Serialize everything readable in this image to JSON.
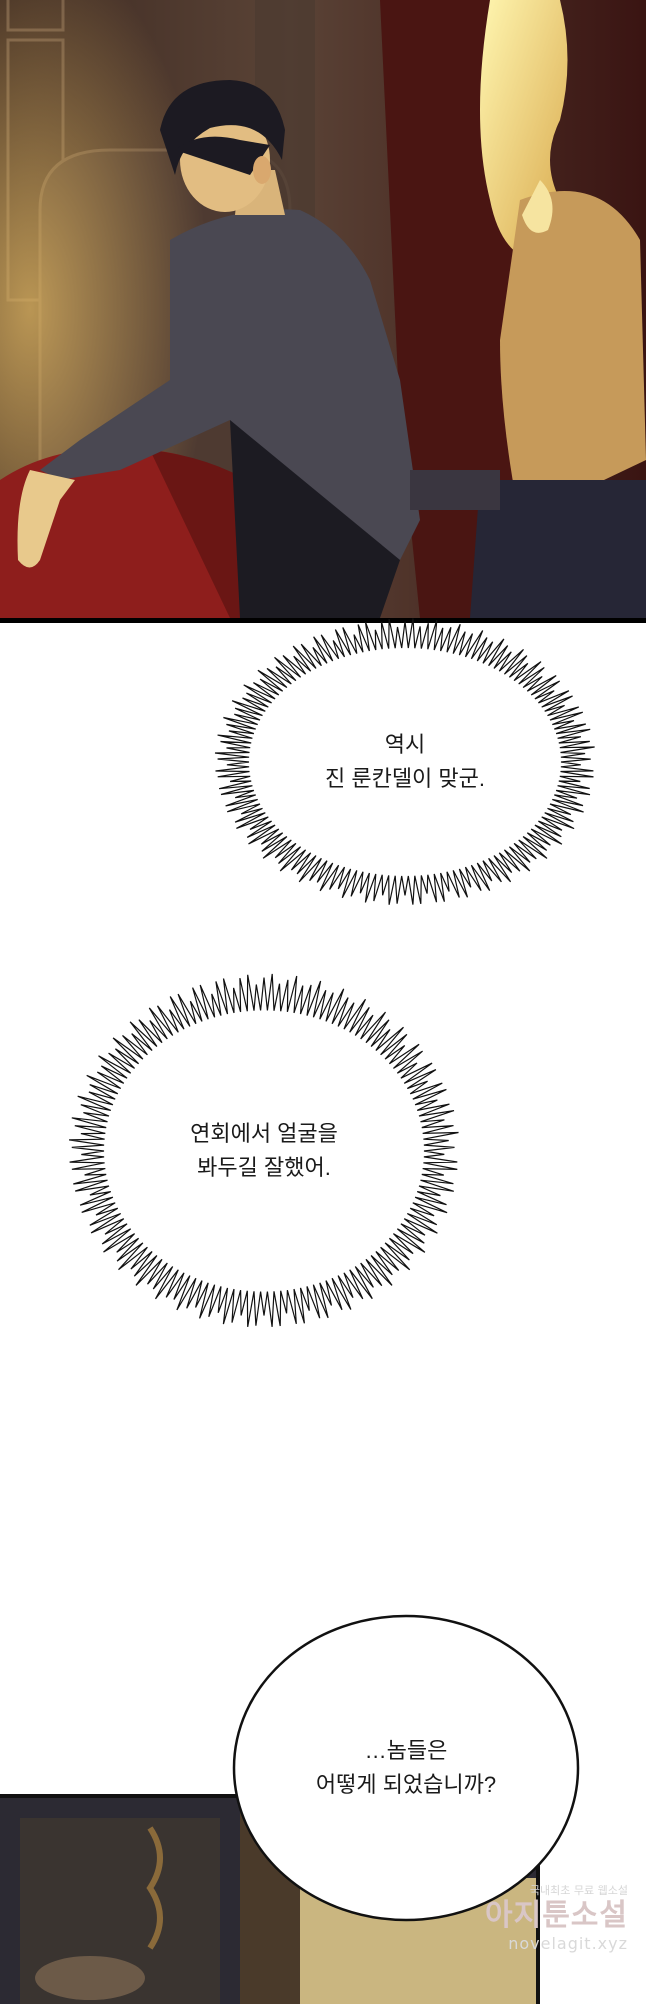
{
  "bubbles": [
    {
      "lines": [
        "역시",
        "진 룬칸델이 맞군."
      ]
    },
    {
      "lines": [
        "연회에서 얼굴을",
        "봐두길 잘했어."
      ]
    },
    {
      "lines": [
        "…놈들은",
        "어떻게 되었습니까?"
      ]
    }
  ],
  "watermark": {
    "line1": "국내최초 무료 웹소설",
    "line2": "아지툰소설",
    "line3": "novelagit.xyz"
  },
  "colors": {
    "page": "#ffffff",
    "panel_border": "#000000",
    "shirt": "#4a4852",
    "hair": "#1c1a22",
    "sofa": "#8e1e1c",
    "glow": "#f0d98a"
  }
}
